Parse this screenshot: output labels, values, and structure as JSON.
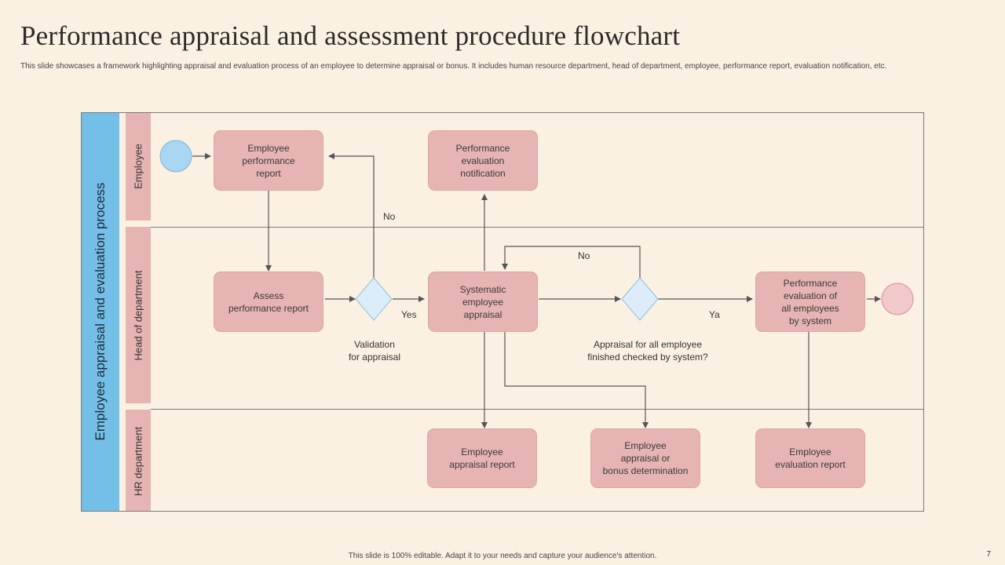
{
  "header": {
    "title": "Performance appraisal and assessment procedure flowchart",
    "subtitle": "This slide showcases a framework highlighting appraisal and evaluation process of an employee to determine appraisal or bonus. It includes human resource department, head of department, employee, performance report, evaluation notification, etc."
  },
  "diagram": {
    "side_title": "Employee appraisal and evaluation process",
    "lanes": [
      "Employee",
      "Head of department",
      "HR department"
    ],
    "nodes": {
      "employee_report": "Employee\nperformance\nreport",
      "evaluation_notification": "Performance\nevaluation\nnotification",
      "assess_report": "Assess\nperformance  report",
      "systematic_appraisal": "Systematic\nemployee\nappraisal",
      "evaluation_all": "Performance\nevaluation  of\nall employees\nby system",
      "appraisal_report": "Employee\nappraisal report",
      "bonus_determination": "Employee\nappraisal or\nbonus determination",
      "evaluation_report": "Employee\nevaluation  report"
    },
    "decisions": {
      "validation": "Validation\nfor appraisal",
      "all_finished": "Appraisal for all employee\nfinished checked by system?"
    },
    "edge_labels": {
      "no_1": "No",
      "yes_1": "Yes",
      "no_2": "No",
      "ya_2": "Ya"
    },
    "colors": {
      "process_fill": "#e6b4b2",
      "start_fill": "#a9d6f0",
      "end_fill": "#f2c9cb",
      "decision_fill": "#dcecf8",
      "side_bar": "#74bfe8",
      "background": "#fbf1e2"
    }
  },
  "footer": {
    "note": "This slide is 100% editable.  Adapt it to your needs and capture your audience's attention.",
    "page": "7"
  }
}
